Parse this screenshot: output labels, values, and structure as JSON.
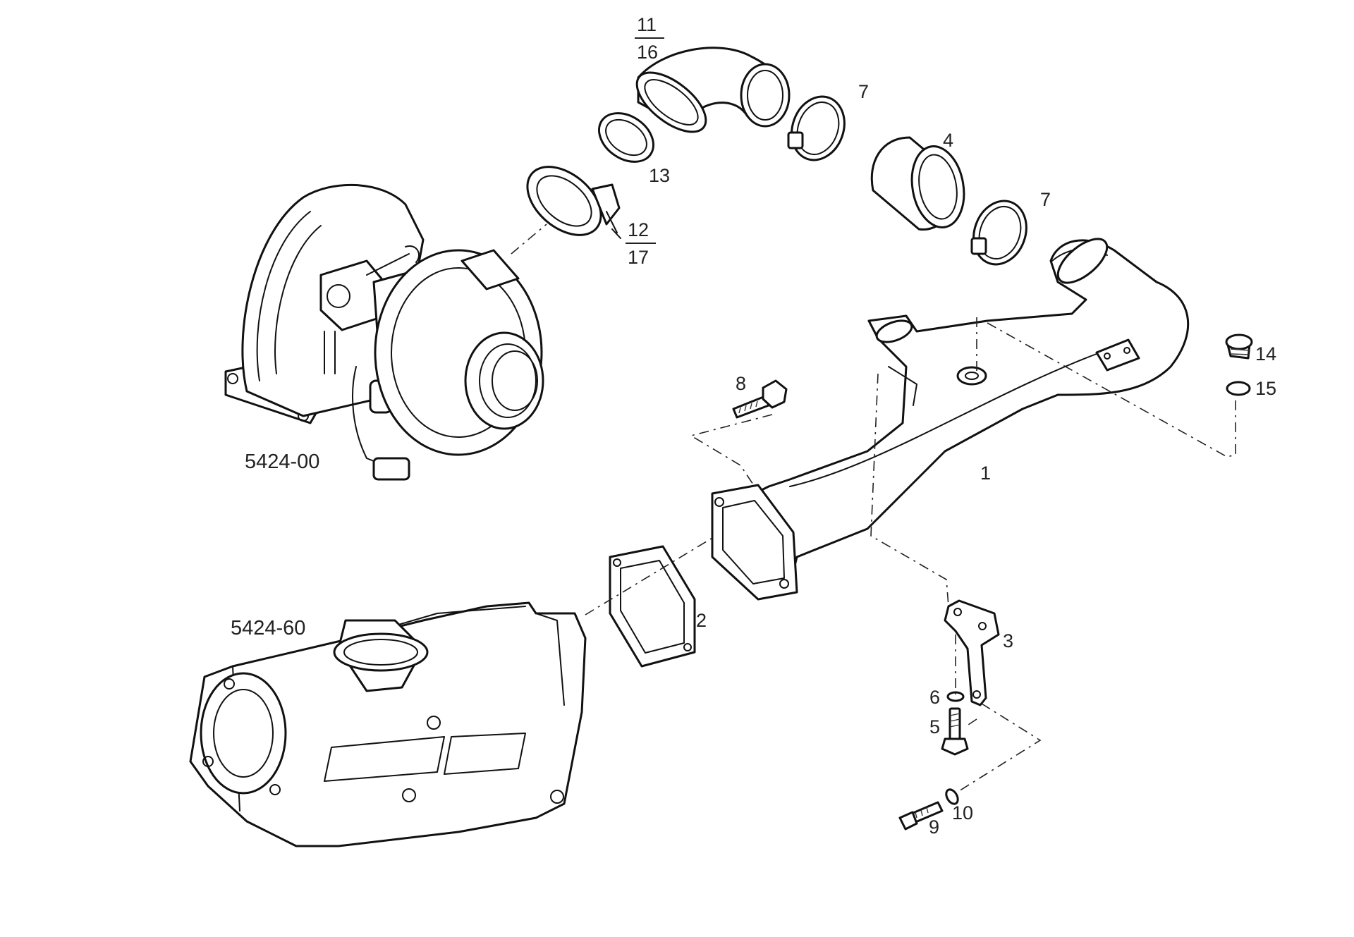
{
  "groups": {
    "turbo": "5424-00",
    "manifold": "5424-60"
  },
  "callouts": {
    "p1": "1",
    "p2": "2",
    "p3": "3",
    "p4": "4",
    "p5": "5",
    "p6": "6",
    "p7a": "7",
    "p7b": "7",
    "p8": "8",
    "p9": "9",
    "p10": "10",
    "p11": "11",
    "p16": "16",
    "p12": "12",
    "p17": "17",
    "p13": "13",
    "p14": "14",
    "p15": "15"
  }
}
